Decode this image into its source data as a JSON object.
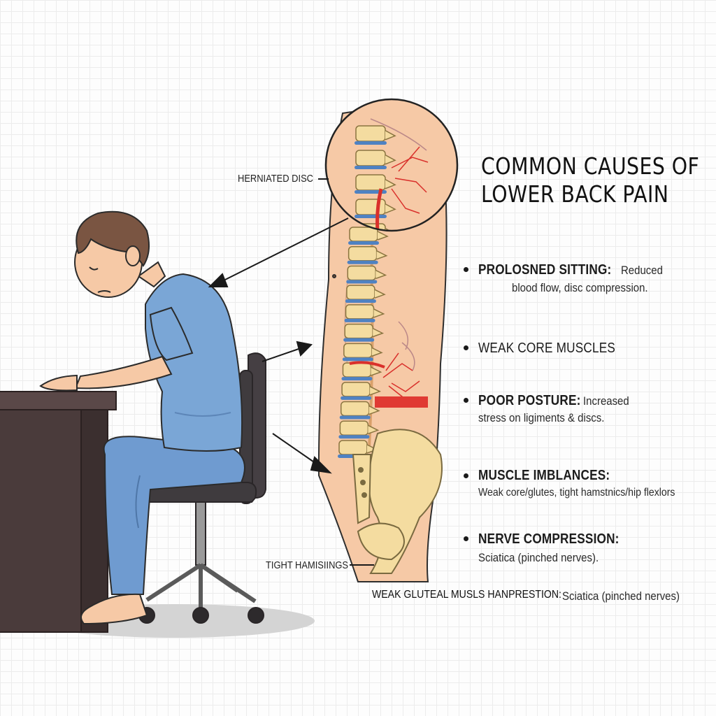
{
  "title": {
    "line1": "COMMON CAUSES OF",
    "line2": "LOWER BACK PAIN"
  },
  "labels": {
    "herniated_disc": "HERNIATED DISC",
    "tight_hamstrings": "TIGHT HAMISIINGS",
    "bottom_head": "WEAK GLUTEAL MUSLS HANPRESTION:",
    "bottom_desc": "Sciatica (pinched nerves)"
  },
  "causes": [
    {
      "head": "PROLOSNED SITTING:",
      "desc_a": "Reduced",
      "desc_b": "blood flow, disc compression."
    },
    {
      "head": "WEAK CORE MUSCLES"
    },
    {
      "head": "POOR POSTURE:",
      "desc_a": "Increased",
      "desc_b": "stress on ligiments & discs."
    },
    {
      "head": "MUSCLE IMBLANCES:",
      "desc_b": "Weak core/glutes, tight hamstnics/hip flexlors"
    },
    {
      "head": "NERVE COMPRESSION:",
      "desc_b": "Sciatica (pinched nerves)."
    }
  ],
  "colors": {
    "skin": "#f6c9a6",
    "shirt": "#7aa6d6",
    "pants": "#6f9bd0",
    "desk": "#4a3b3b",
    "chair": "#3f3b3e",
    "vertebra": "#f4dca0",
    "disc": "#4f82c2",
    "pain": "#d9302b"
  }
}
